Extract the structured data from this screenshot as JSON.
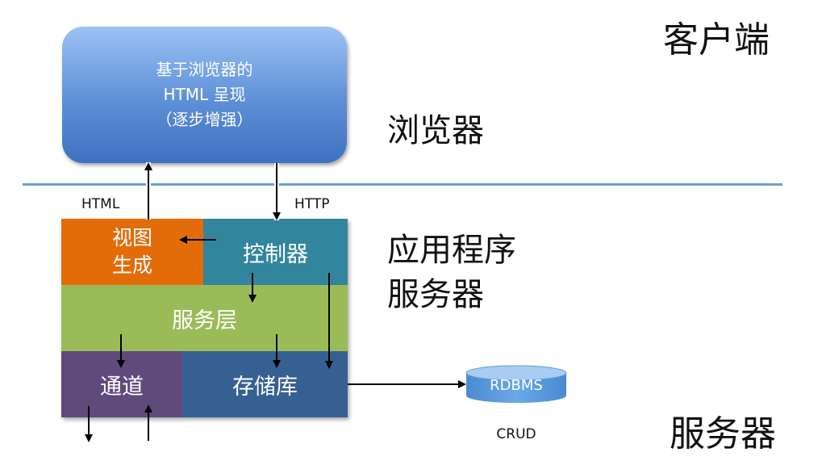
{
  "labels": {
    "client": "客户端",
    "browser": "浏览器",
    "app_server_line1": "应用程序",
    "app_server_line2": "服务器",
    "server": "服务器"
  },
  "browser_box": {
    "line1": "基于浏览器的",
    "line2": "HTML 呈现",
    "line3": "（逐步增强）"
  },
  "arrow_labels": {
    "html": "HTML",
    "http": "HTTP"
  },
  "blocks": {
    "view_gen_line1": "视图",
    "view_gen_line2": "生成",
    "controller": "控制器",
    "service": "服务层",
    "channel": "通道",
    "repository": "存储库"
  },
  "database": {
    "label": "RDBMS",
    "caption": "CRUD"
  },
  "colors": {
    "browser_box": "#5d8fd6",
    "view_gen": "#e36c09",
    "controller": "#31859c",
    "service": "#9bbb59",
    "channel": "#604a7b",
    "repository": "#366092",
    "database": "#5b9bd5",
    "divider": "#6d9ed4"
  }
}
